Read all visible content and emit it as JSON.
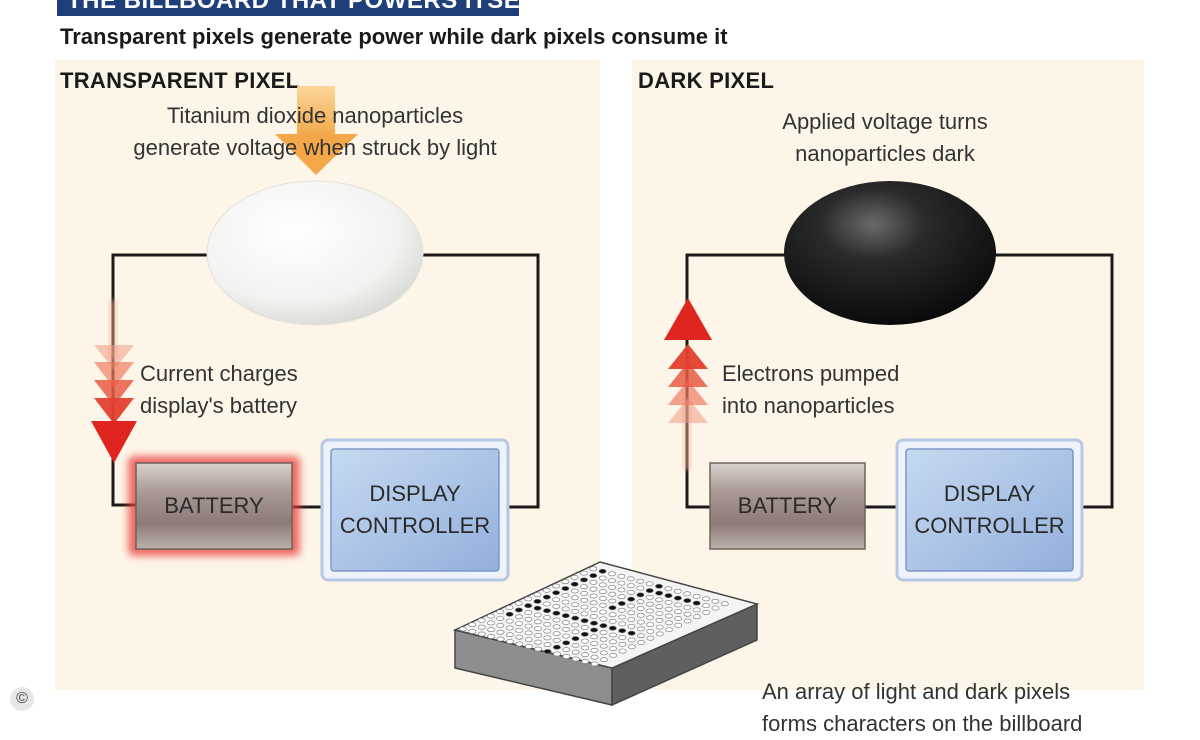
{
  "title": "THE BILLBOARD THAT POWERS ITSELF",
  "subtitle": "Transparent pixels generate power while dark pixels consume it",
  "left_panel": {
    "heading": "TRANSPARENT PIXEL",
    "nanoparticle_caption": [
      "Titanium dioxide nanoparticles",
      "generate voltage when struck by light"
    ],
    "arrow_caption": [
      "Current charges",
      "display's battery"
    ],
    "battery_label": "BATTERY",
    "controller_label": [
      "DISPLAY",
      "CONTROLLER"
    ]
  },
  "right_panel": {
    "heading": "DARK PIXEL",
    "nanoparticle_caption": [
      "Applied voltage turns",
      "nanoparticles dark"
    ],
    "arrow_caption": [
      "Electrons pumped",
      "into nanoparticles"
    ],
    "battery_label": "BATTERY",
    "controller_label": [
      "DISPLAY",
      "CONTROLLER"
    ]
  },
  "array_caption": [
    "An array of light and dark pixels",
    "forms characters on the billboard"
  ],
  "copyright_symbol": "©",
  "colors": {
    "title_bg": "#1f3f7a",
    "panel_bg": "#fdf6e8",
    "arrow_orange": "#f4a340",
    "arrow_red": "#e0241f",
    "controller_blue": "#a9c3e6",
    "battery_gray": "#9a8a84"
  }
}
